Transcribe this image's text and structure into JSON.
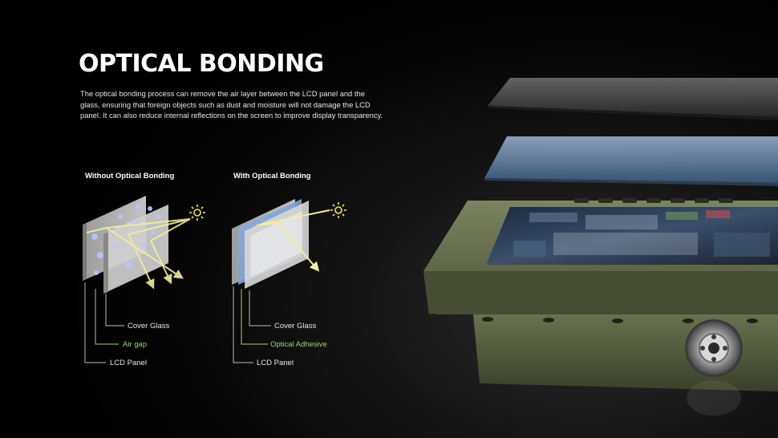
{
  "title": "OPTICAL BONDING",
  "description": "The optical bonding process can remove the air layer between the LCD panel and the glass, ensuring that foreign objects such as dust and moisture will not damage the LCD panel. It can also reduce internal reflections on the screen to improve display transparency.",
  "without": {
    "heading": "Without Optical Bonding",
    "labels": {
      "cover_glass": "Cover Glass",
      "middle": "Air gap",
      "lcd_panel": "LCD Panel"
    }
  },
  "with": {
    "heading": "With Optical Bonding",
    "labels": {
      "cover_glass": "Cover Glass",
      "middle": "Optical Adhesive",
      "lcd_panel": "LCD Panel"
    }
  },
  "colors": {
    "accent": "#9fd46b",
    "ray": "#f2eda0",
    "sun": "#f5e36a",
    "adhesive": "#7fa4d8",
    "device_body": "#5a6142"
  },
  "icons": [
    "sun-icon"
  ]
}
